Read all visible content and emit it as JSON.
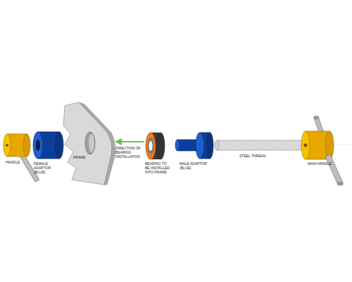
{
  "diagram": {
    "labels": [
      "HANDLE",
      "FEMALE ADAPTOR (BLUE)",
      "FRAME",
      "DIRECTION OF BEARING INSTALLATION",
      "BEARING TO BE INSTALLED INTO FRAME",
      "MALE ADAPTOR (BLUE)",
      "STEEL THREAD",
      "MAIN HANDLE"
    ]
  }
}
